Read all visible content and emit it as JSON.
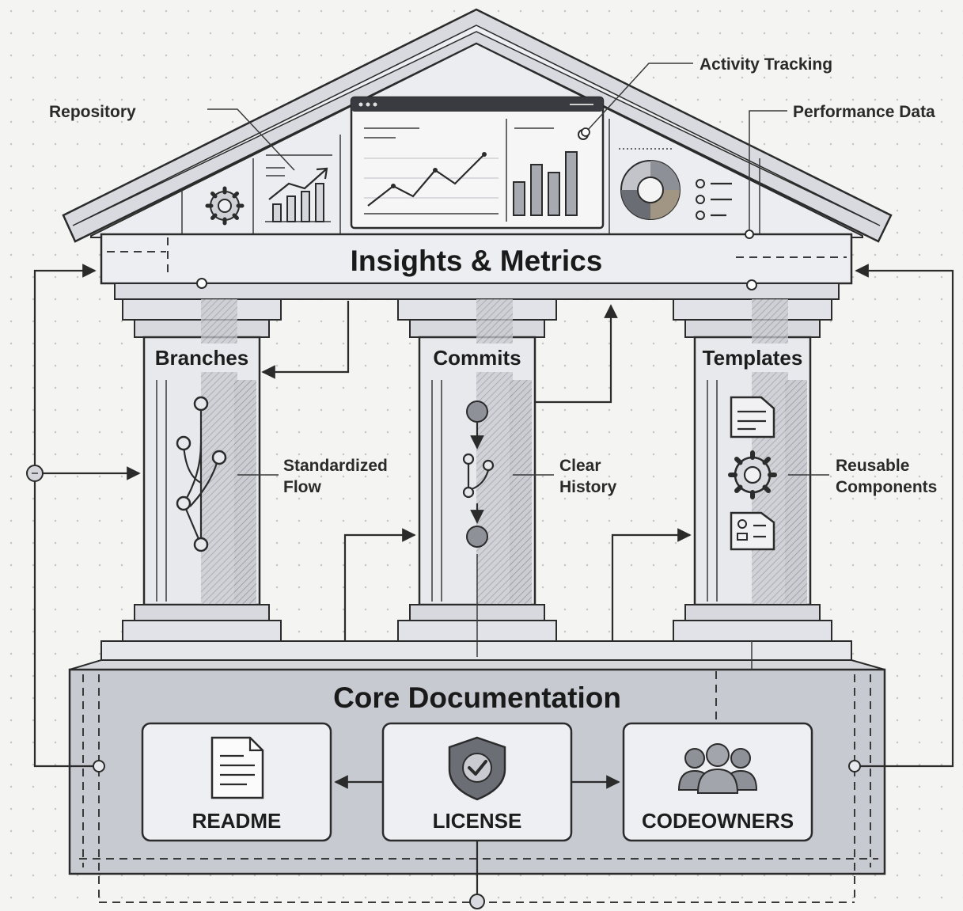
{
  "roof": {
    "callouts": {
      "repository": "Repository",
      "activity_tracking": "Activity Tracking",
      "performance_data": "Performance Data"
    }
  },
  "beam": {
    "title": "Insights & Metrics"
  },
  "pillars": [
    {
      "label": "Branches",
      "annotation": [
        "Standardized",
        "Flow"
      ]
    },
    {
      "label": "Commits",
      "annotation": [
        "Clear",
        "History"
      ]
    },
    {
      "label": "Templates",
      "annotation": [
        "Reusable",
        "Components"
      ]
    }
  ],
  "foundation": {
    "title": "Core Documentation",
    "cards": [
      {
        "label": "README",
        "icon": "document-icon"
      },
      {
        "label": "LICENSE",
        "icon": "shield-check-icon"
      },
      {
        "label": "CODEOWNERS",
        "icon": "people-icon"
      }
    ]
  },
  "colors": {
    "ink": "#2b2b2b",
    "stone": "#e4e5ea",
    "stone_dark": "#b9bbc3",
    "background": "#f4f4f2"
  }
}
